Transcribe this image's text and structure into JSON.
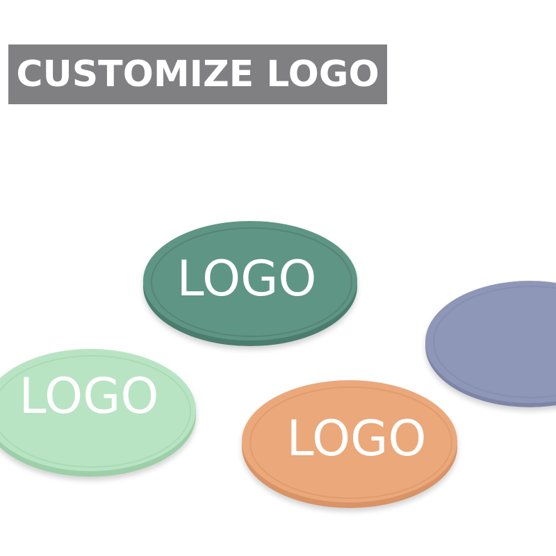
{
  "banner": {
    "text": "CUSTOMIZE LOGO"
  },
  "coasters": [
    {
      "label": "LOGO",
      "color": "#5f9585",
      "edge": "#4b7d6e",
      "ring": "#557f72"
    },
    {
      "label": "LOGO",
      "color": "#b8e4c3",
      "edge": "#9dcfa9",
      "ring": "#a6d7b2"
    },
    {
      "label": "LOGO",
      "color": "#eba87a",
      "edge": "#d89366",
      "ring": "#dc9a6c"
    },
    {
      "label": "",
      "color": "#8e97b7",
      "edge": "#7d86a6",
      "ring": "#848dac"
    }
  ]
}
